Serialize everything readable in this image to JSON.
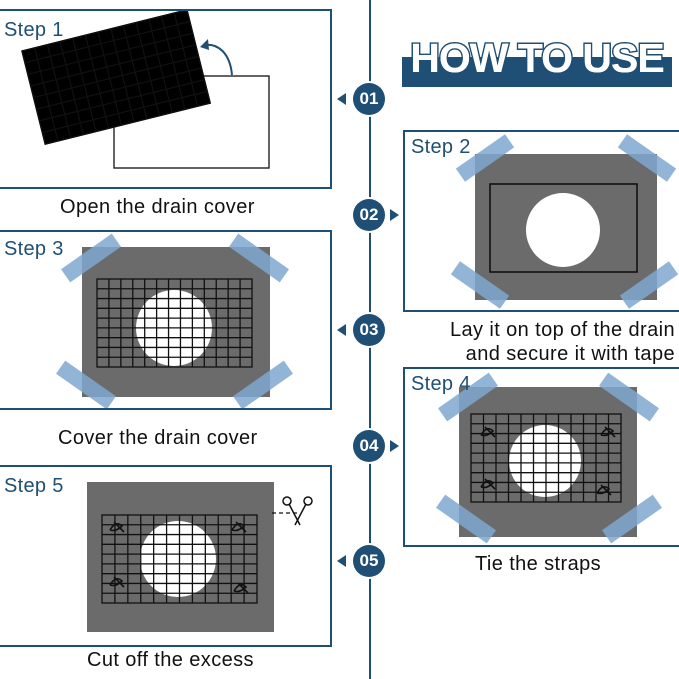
{
  "title": "HOW TO USE",
  "steps": [
    {
      "label": "Step 1",
      "number": "01",
      "caption": "Open the drain cover"
    },
    {
      "label": "Step 2",
      "number": "02",
      "caption_line1": "Lay it on top of the drain",
      "caption_line2": "and secure it with tape"
    },
    {
      "label": "Step 3",
      "number": "03",
      "caption": "Cover the drain cover"
    },
    {
      "label": "Step 4",
      "number": "04",
      "caption": "Tie the straps"
    },
    {
      "label": "Step 5",
      "number": "05",
      "caption": "Cut off the excess"
    }
  ],
  "colors": {
    "accent": "#1f4f74",
    "mat": "#6b6b6b",
    "tape": "#7fa8cf"
  },
  "icons": {
    "arrow": "curved-arrow-icon",
    "scissors": "scissors-icon"
  }
}
